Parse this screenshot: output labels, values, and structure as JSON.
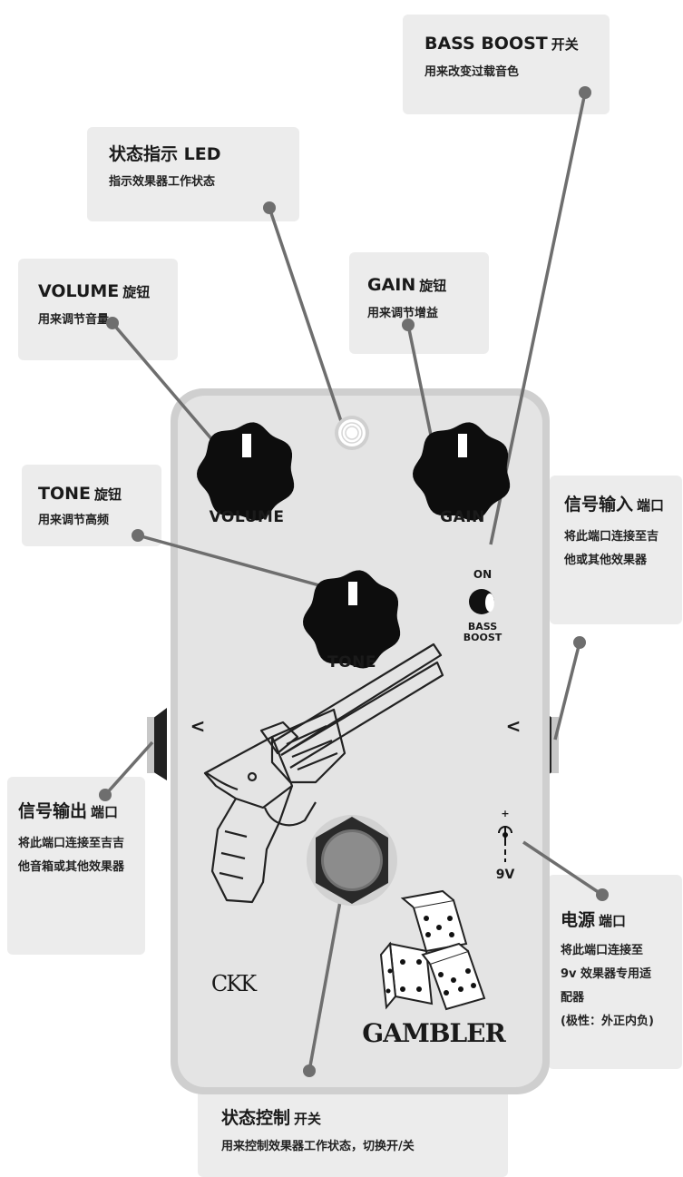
{
  "callouts": {
    "bass_boost": {
      "title": "BASS BOOST",
      "title_cn": "开关",
      "desc": "用来改变过载音色"
    },
    "led": {
      "title": "状态指示 LED",
      "desc": "指示效果器工作状态"
    },
    "volume": {
      "title": "VOLUME",
      "title_cn": "旋钮",
      "desc": "用来调节音量"
    },
    "gain": {
      "title": "GAIN",
      "title_cn": "旋钮",
      "desc": "用来调节增益"
    },
    "tone": {
      "title": "TONE",
      "title_cn": "旋钮",
      "desc": "用来调节高频"
    },
    "input": {
      "title": "信号输入",
      "title_cn": "端口",
      "desc": "将此端口连接至吉他或其他效果器"
    },
    "output": {
      "title": "信号输出",
      "title_cn": "端口",
      "desc": "将此端口连接至吉吉他音箱或其他效果器"
    },
    "power": {
      "title": "电源",
      "title_cn": "端口",
      "desc1": "将此端口连接至",
      "desc2": "9v 效果器专用适",
      "desc3": "配器",
      "desc4": "(极性：外正内负)"
    },
    "footswitch": {
      "title": "状态控制",
      "title_cn": "开关",
      "desc": "用来控制效果器工作状态，切换开/关"
    }
  },
  "pedal": {
    "knob_volume": "VOLUME",
    "knob_gain": "GAIN",
    "knob_tone": "TONE",
    "switch_on": "ON",
    "switch_label_1": "BASS",
    "switch_label_2": "BOOST",
    "power_label": "9V",
    "power_plus": "+",
    "arrow_left": "<",
    "arrow_right": "<",
    "brand_logo": "CKK",
    "product_logo": "GAMBLER"
  },
  "colors": {
    "pedal_body": "#e3e3e3",
    "pedal_border": "#cccccc",
    "knob": "#0d0d0d",
    "leader_line": "#707070",
    "callout_bg": "#ececec"
  }
}
